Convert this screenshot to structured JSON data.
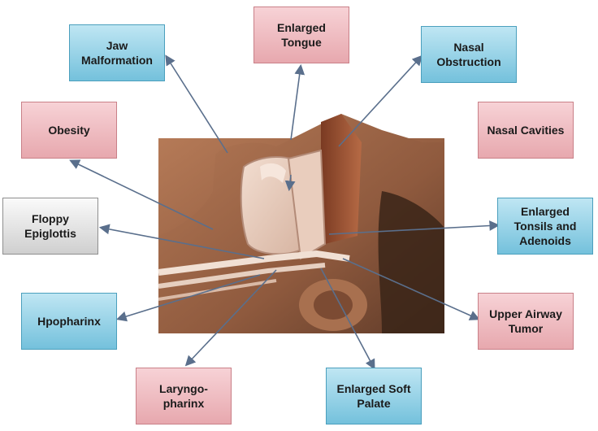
{
  "labels": {
    "jaw_malformation": "Jaw\nMalformation",
    "enlarged_tongue": "Enlarged\nTongue",
    "nasal_obstruction": "Nasal\nObstruction",
    "obesity": "Obesity",
    "nasal_cavities": "Nasal Cavities",
    "floppy_epiglottis": "Floppy\nEpiglottis",
    "enlarged_tonsils_adenoids": "Enlarged\nTonsils and\nAdenoids",
    "hpopharinx": "Hpopharinx",
    "upper_airway_tumor": "Upper Airway\nTumor",
    "laryngopharinx": "Laryngo-\npharinx",
    "enlarged_soft_palate": "Enlarged Soft\nPalate"
  },
  "colors": {
    "pink_box": "#e7a8ae",
    "blue_box": "#74c1dc",
    "gray_box": "#cfcfcf",
    "arrow": "#5a6f8c",
    "skin": "#a06a4c"
  }
}
